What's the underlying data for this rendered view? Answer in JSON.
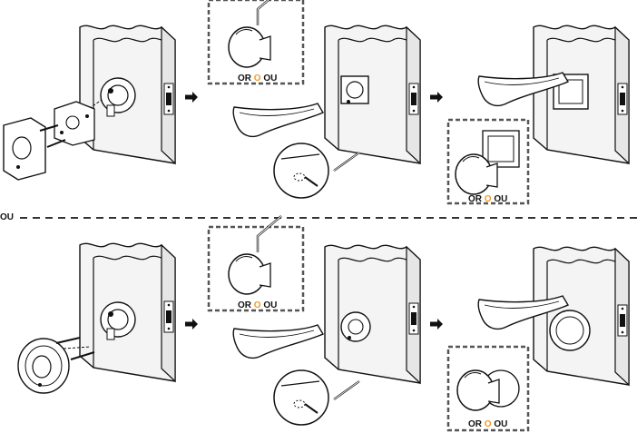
{
  "labels": {
    "or_left": "OR",
    "or_mid": "O",
    "or_right": "OU",
    "divider_ou": "OU"
  },
  "colors": {
    "ink": "#111111",
    "accent_o": "#f39a1e",
    "wall_fill": "#f4f4f4",
    "door_face": "#ffffff"
  },
  "icons": {
    "step_arrow": "right-arrow-icon",
    "hex_key": "allen-key-icon"
  }
}
